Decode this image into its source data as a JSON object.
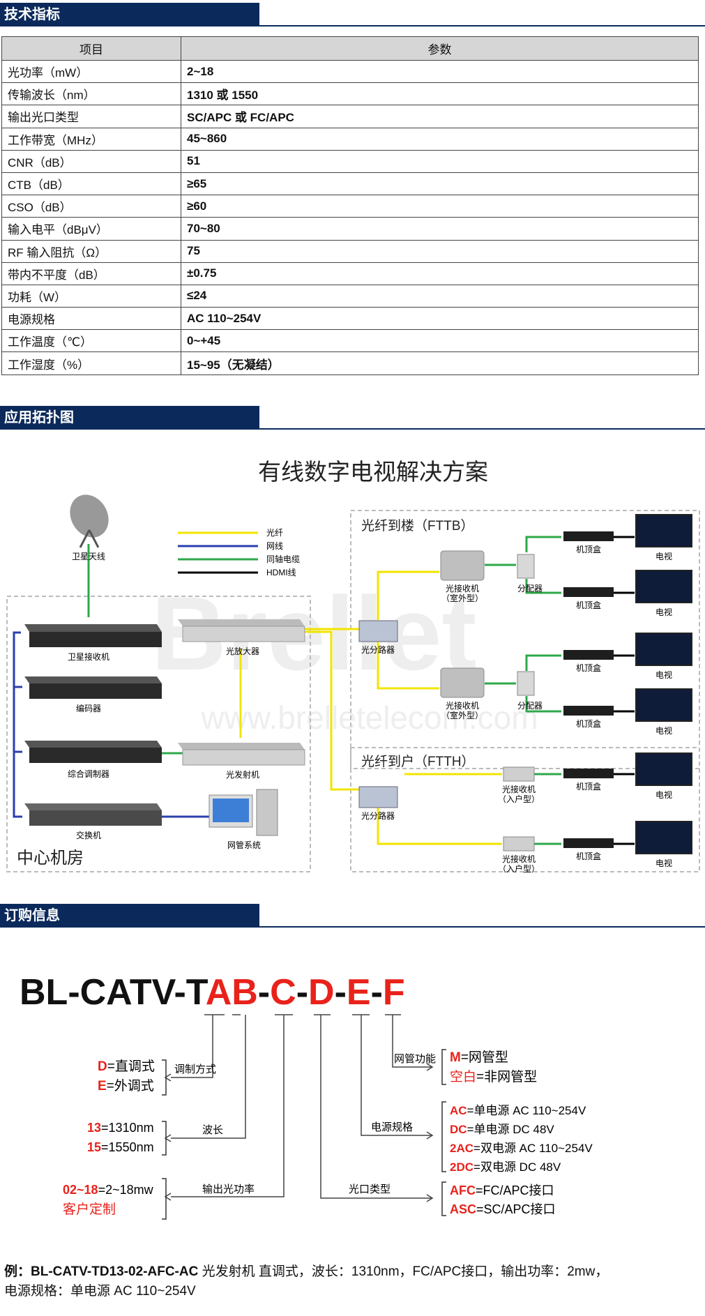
{
  "sections": {
    "specs": "技术指标",
    "topology": "应用拓扑图",
    "ordering": "订购信息"
  },
  "spec_table": {
    "headers": [
      "项目",
      "参数"
    ],
    "rows": [
      [
        "光功率（mW）",
        "2~18"
      ],
      [
        "传输波长（nm）",
        "1310 或 1550"
      ],
      [
        "输出光口类型",
        "SC/APC 或 FC/APC"
      ],
      [
        "工作带宽（MHz）",
        "45~860"
      ],
      [
        "CNR（dB）",
        "51"
      ],
      [
        "CTB（dB）",
        "≥65"
      ],
      [
        "CSO（dB）",
        "≥60"
      ],
      [
        "输入电平（dBμV）",
        "70~80"
      ],
      [
        "RF 输入阻抗（Ω）",
        "75"
      ],
      [
        "带内不平度（dB）",
        "±0.75"
      ],
      [
        "功耗（W）",
        "≤24"
      ],
      [
        "电源规格",
        "AC 110~254V"
      ],
      [
        "工作温度（℃）",
        "0~+45"
      ],
      [
        "工作湿度（%）",
        "15~95（无凝结）"
      ]
    ]
  },
  "diagram": {
    "title": "有线数字电视解决方案",
    "watermark": "Brellet",
    "watermark_url": "www.brelletelecom.com",
    "legend": [
      "光纤",
      "网线",
      "同轴电缆",
      "HDMI线"
    ],
    "legend_colors": [
      "#f2e400",
      "#2b3fae",
      "#2ea84a",
      "#000000"
    ],
    "center_room": "中心机房",
    "fttb": "光纤到楼（FTTB）",
    "ftth": "光纤到户（FTTH）",
    "devices": {
      "satellite_antenna": "卫星天线",
      "sat_receiver": "卫星接收机",
      "encoder": "编码器",
      "modulator": "综合调制器",
      "switch": "交换机",
      "amplifier": "光放大器",
      "transmitter": "光发射机",
      "nms": "网管系统",
      "splitter": "光分路器",
      "outdoor_rx": "光接收机",
      "outdoor_rx_sub": "（室外型）",
      "distributor": "分配器",
      "stb": "机顶盒",
      "tv": "电视",
      "home_rx": "光接收机",
      "home_rx_sub": "（入户型）"
    }
  },
  "ordering": {
    "model_prefix": "BL-CATV-T",
    "model_parts": [
      "AB",
      "C",
      "D",
      "E",
      "F"
    ],
    "separator": "-",
    "accent_color": "#e8221b",
    "groups": {
      "modulation": {
        "label": "调制方式",
        "options": [
          [
            "D",
            "=直调式"
          ],
          [
            "E",
            "=外调式"
          ]
        ]
      },
      "wavelength": {
        "label": "波长",
        "options": [
          [
            "13",
            "=1310nm"
          ],
          [
            "15",
            "=1550nm"
          ]
        ]
      },
      "power": {
        "label": "输出光功率",
        "options": [
          [
            "02~18",
            "=2~18mw"
          ],
          [
            "",
            "客户定制"
          ]
        ]
      },
      "nms": {
        "label": "网管功能",
        "options": [
          [
            "M",
            "=网管型"
          ],
          [
            "空白",
            "=非网管型"
          ]
        ]
      },
      "supply": {
        "label": "电源规格",
        "options": [
          [
            "AC",
            "=单电源 AC 110~254V"
          ],
          [
            "DC",
            "=单电源 DC 48V"
          ],
          [
            "2AC",
            "=双电源 AC 110~254V"
          ],
          [
            "2DC",
            "=双电源 DC 48V"
          ]
        ]
      },
      "port": {
        "label": "光口类型",
        "options": [
          [
            "AFC",
            "=FC/APC接口"
          ],
          [
            "ASC",
            "=SC/APC接口"
          ]
        ]
      }
    }
  },
  "example": {
    "prefix": "例：",
    "model": "BL-CATV-TD13-02-AFC-AC",
    "text": " 光发射机   直调式，波长：1310nm，FC/APC接口，输出功率：2mw，",
    "line2": "电源规格：单电源 AC 110~254V"
  }
}
